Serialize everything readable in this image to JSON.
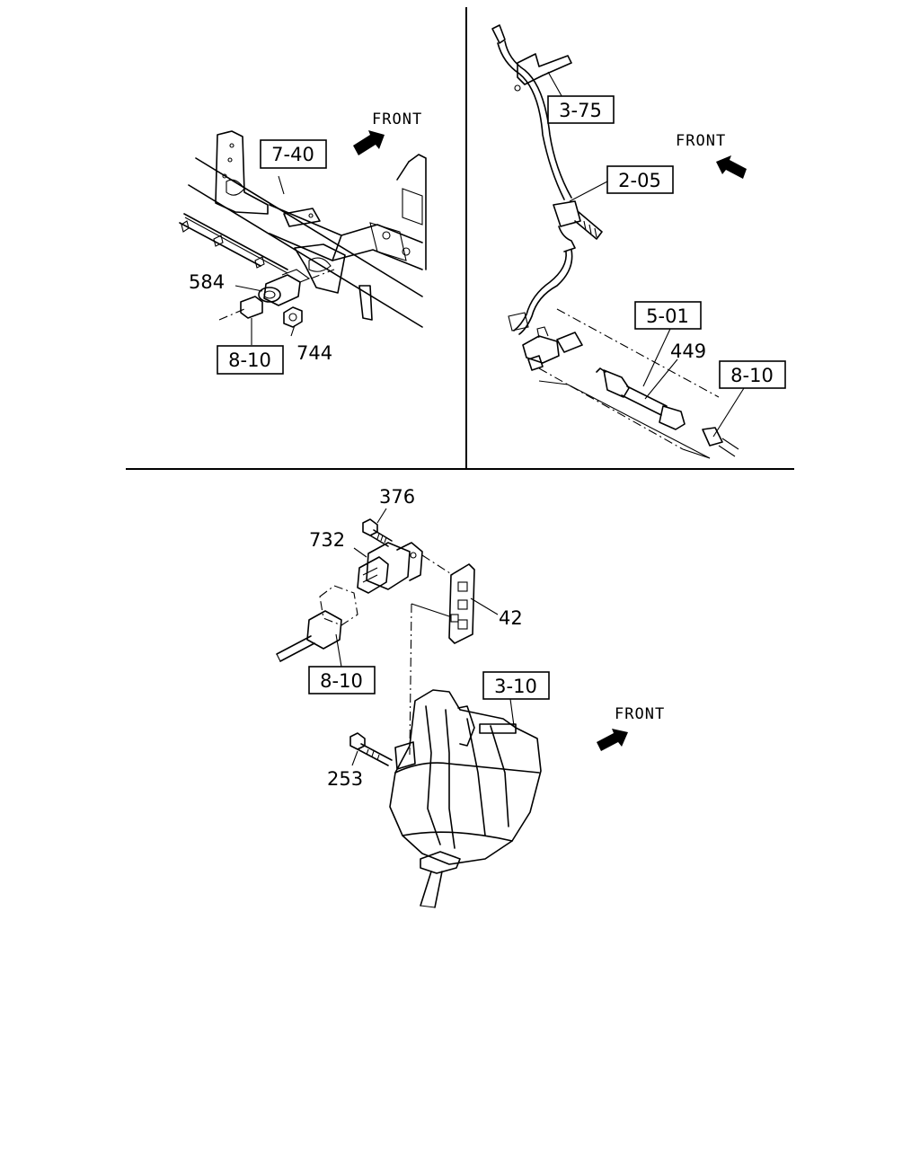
{
  "panels": {
    "top_left": {
      "front_label": "FRONT",
      "callouts": {
        "ref_7_40": "7-40",
        "ref_8_10": "8-10",
        "part_584": "584",
        "part_744": "744"
      }
    },
    "top_right": {
      "front_label": "FRONT",
      "callouts": {
        "ref_3_75": "3-75",
        "ref_2_05": "2-05",
        "ref_5_01": "5-01",
        "ref_8_10": "8-10",
        "part_449": "449"
      }
    },
    "bottom": {
      "front_label": "FRONT",
      "callouts": {
        "part_376": "376",
        "part_732": "732",
        "part_42": "42",
        "ref_8_10": "8-10",
        "ref_3_10": "3-10",
        "part_253": "253"
      }
    }
  }
}
